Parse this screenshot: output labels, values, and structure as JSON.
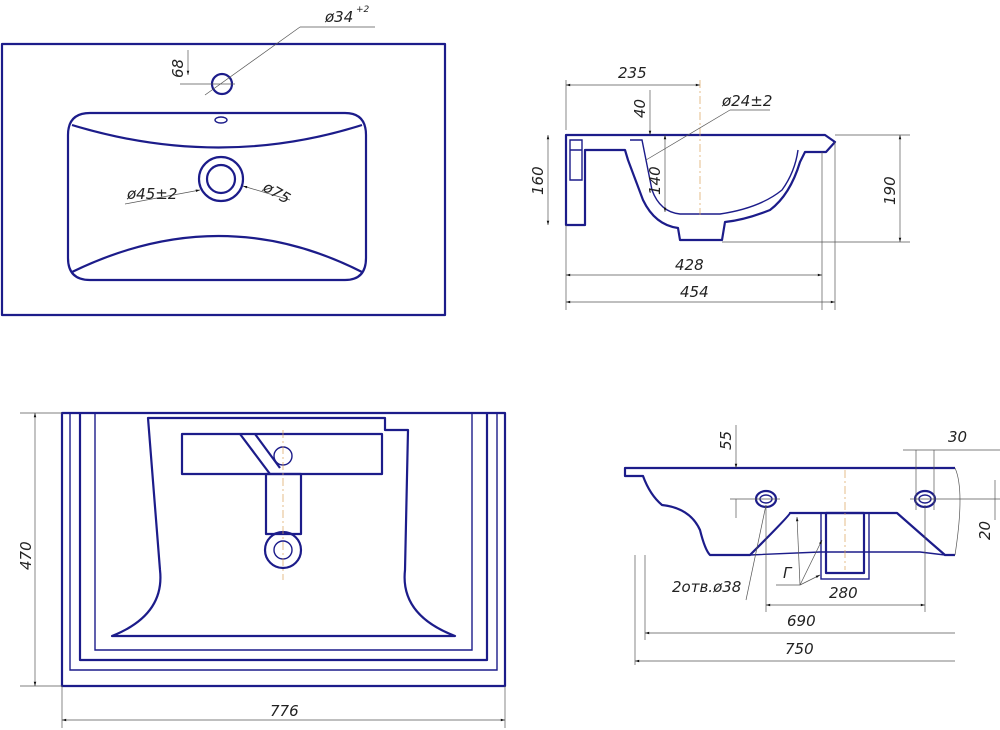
{
  "colors": {
    "outline": "#1c1c8a",
    "dimension": "#555555",
    "centerline": "#d9a35a"
  },
  "top_view": {
    "faucet_hole_dia": "ø34",
    "faucet_hole_tol": "+2",
    "faucet_hole_offset": "68",
    "drain_dia": "ø45±2",
    "drain_outer_dia": "ø75"
  },
  "side_section": {
    "width_to_drain": "235",
    "overflow_offset": "40",
    "overflow_dia": "ø24±2",
    "height_rim": "160",
    "bowl_depth": "140",
    "total_height": "190",
    "inner_depth": "428",
    "total_depth": "454"
  },
  "bottom_view": {
    "depth": "470",
    "width": "776"
  },
  "front_view": {
    "hole_offset_vertical": "55",
    "hole_offset_edge": "30",
    "hole_spacing_vertical": "20",
    "holes_note": "2отв.ø38",
    "section_mark": "Г",
    "drain_width": "280",
    "hole_spacing": "690",
    "total_width": "750"
  }
}
